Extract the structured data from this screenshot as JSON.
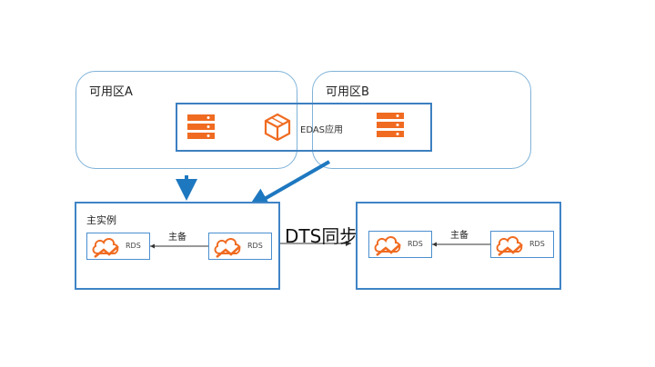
{
  "zone_a": {
    "label": "可用区A"
  },
  "zone_b": {
    "label": "可用区B"
  },
  "edas": {
    "label": "EDAS应用"
  },
  "primary_region": {
    "title": "主实例",
    "left_db": "RDS",
    "right_db": "RDS",
    "link_label": "主备"
  },
  "secondary_region": {
    "left_db": "RDS",
    "right_db": "RDS",
    "link_label": "主备"
  },
  "sync": {
    "label": "DTS同步"
  },
  "colors": {
    "orange": "#f06b21",
    "blue_border": "#3f84c6",
    "zone_border": "#7fb2d8",
    "arrow_blue": "#1e78c0"
  },
  "icons": [
    "server-icon",
    "cube-icon",
    "rds-cloud-icon",
    "arrow-down-icon"
  ]
}
